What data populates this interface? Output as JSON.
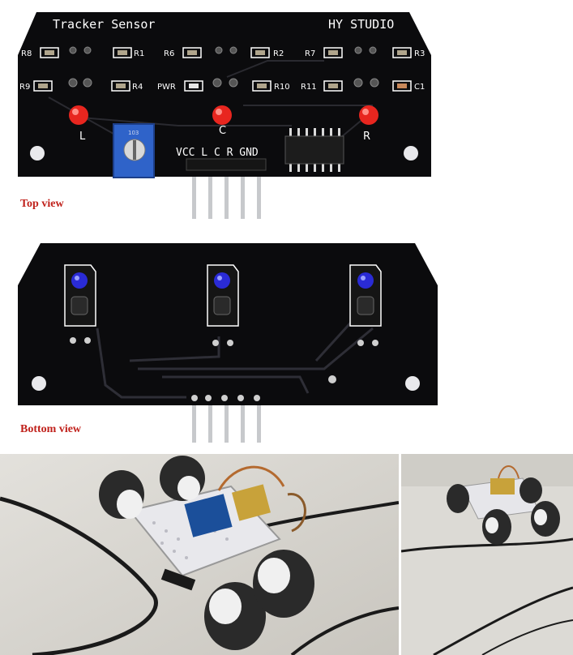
{
  "top_board": {
    "title": "Tracker Sensor",
    "brand": "HY STUDIO",
    "resistor_labels": [
      "R8",
      "R1",
      "R6",
      "R2",
      "R7",
      "R3",
      "R9",
      "R4",
      "PWR",
      "R10",
      "R11",
      "C1"
    ],
    "led_labels": [
      "L",
      "C",
      "R"
    ],
    "pin_header_label": "VCC L C R GND",
    "pot_marking": "103"
  },
  "captions": {
    "top_view": "Top view",
    "bottom_view": "Bottom view"
  },
  "colors": {
    "pcb": "#0b0b0d",
    "silkscreen": "#ffffff",
    "caption": "#c0211b",
    "led": "#e8261f",
    "ir_led": "#2a2bd6",
    "potentiometer": "#2f63c9",
    "pin": "#c7c9cc"
  }
}
